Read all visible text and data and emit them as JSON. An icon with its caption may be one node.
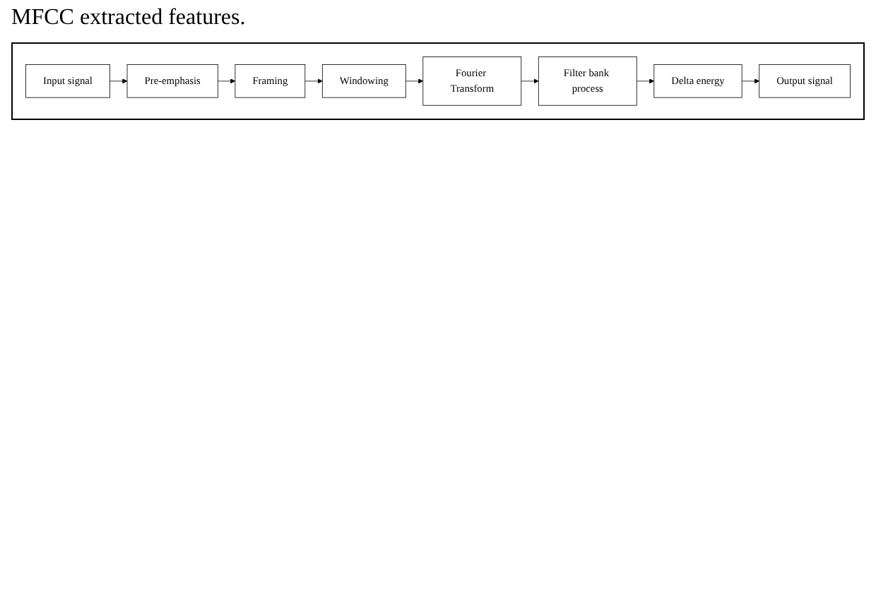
{
  "diagram": {
    "nodes": [
      {
        "text": [
          "Pre-emphasis"
        ]
      },
      {
        "text": [
          "Framing"
        ]
      },
      {
        "text": [
          "Windowing"
        ]
      },
      {
        "text": [
          "Input signal"
        ]
      },
      {
        "text": [
          "Fourier Transform"
        ]
      },
      {
        "text": [
          "Filter bank process"
        ]
      },
      {
        "text": [
          "Delta energy"
        ]
      },
      {
        "text": [
          "Output signal"
        ]
      }
    ],
    "edges": [
      {
        "from": 3,
        "to": 0,
        "arrow": "to"
      },
      {
        "from": 0,
        "to": 1,
        "arrow": "to"
      },
      {
        "from": 1,
        "to": 2,
        "arrow": "to"
      },
      {
        "from": 2,
        "to": 4,
        "arrow": "to"
      },
      {
        "from": 4,
        "to": 5,
        "arrow": "to"
      },
      {
        "from": 5,
        "to": 6,
        "arrow": "to"
      },
      {
        "from": 6,
        "to": 7,
        "arrow": "to"
      }
    ],
    "labels": [
      "MFCC extracted features."
    ]
  }
}
